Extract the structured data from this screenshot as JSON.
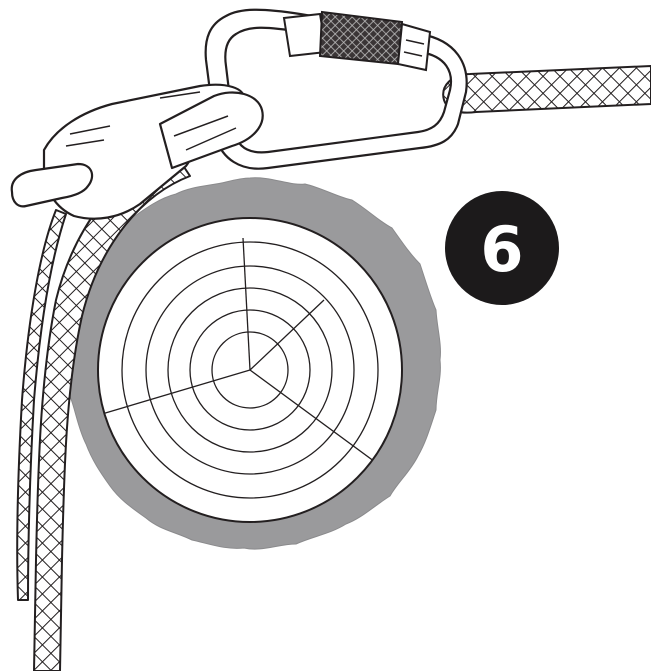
{
  "figure": {
    "step_badge": {
      "label": "6",
      "fill": "#1c1a1b",
      "text_color": "#ffffff"
    },
    "colors": {
      "outline": "#231f20",
      "bark": "#9a9a9c",
      "wood": "#ffffff",
      "rope_fill": "#ffffff",
      "metal": "#ffffff"
    },
    "parts": [
      "tree-trunk-cross-section",
      "rope",
      "carabiner",
      "screw-gate",
      "rope-adjuster-device"
    ]
  }
}
